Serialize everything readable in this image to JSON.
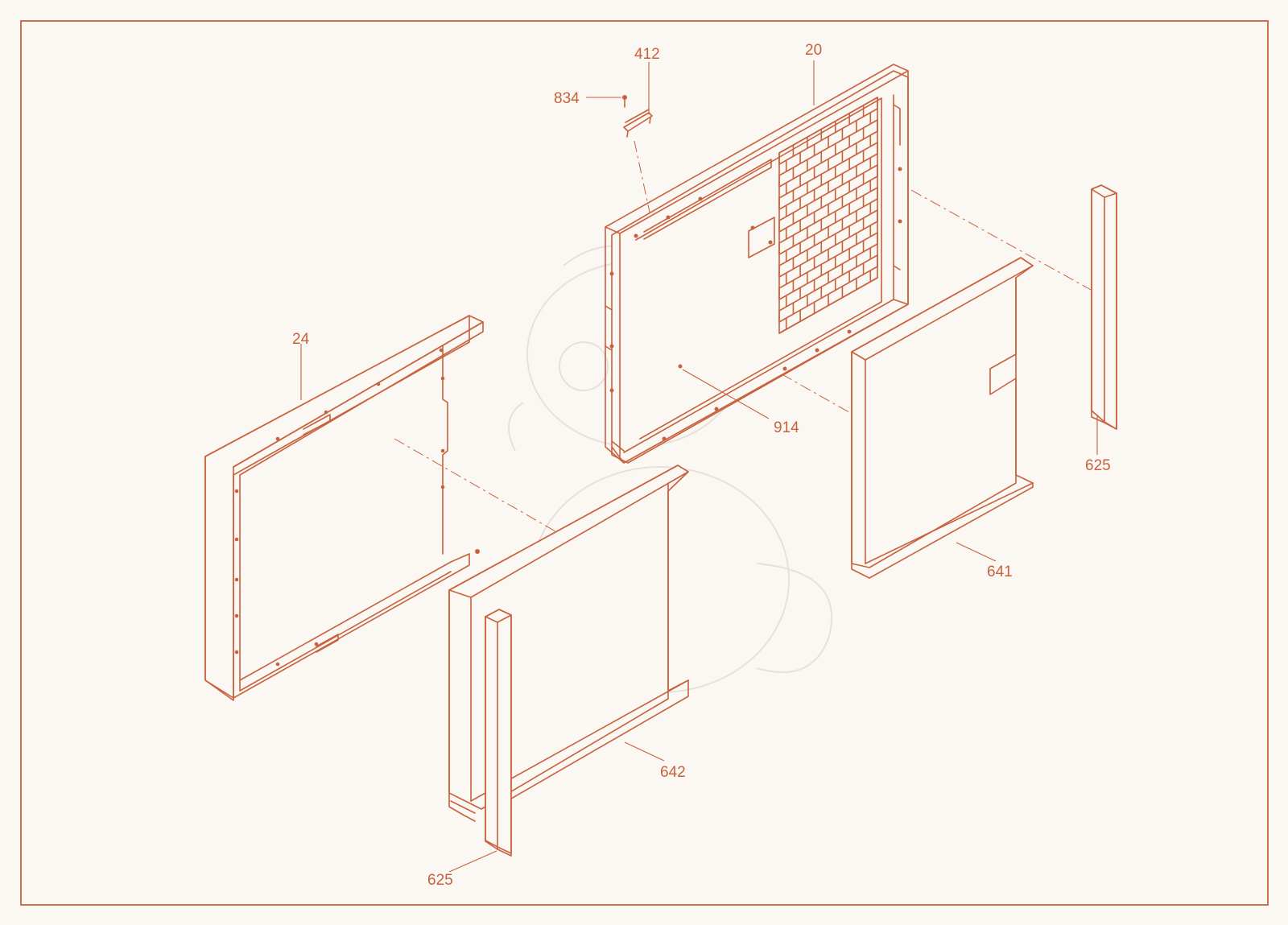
{
  "diagram": {
    "frame_color": "#c8613d",
    "background_color": "#fbf8f3",
    "callouts": {
      "c412": "412",
      "c20": "20",
      "c834": "834",
      "c24": "24",
      "c914": "914",
      "c625_right": "625",
      "c641": "641",
      "c642": "642",
      "c625_bottom": "625"
    }
  }
}
